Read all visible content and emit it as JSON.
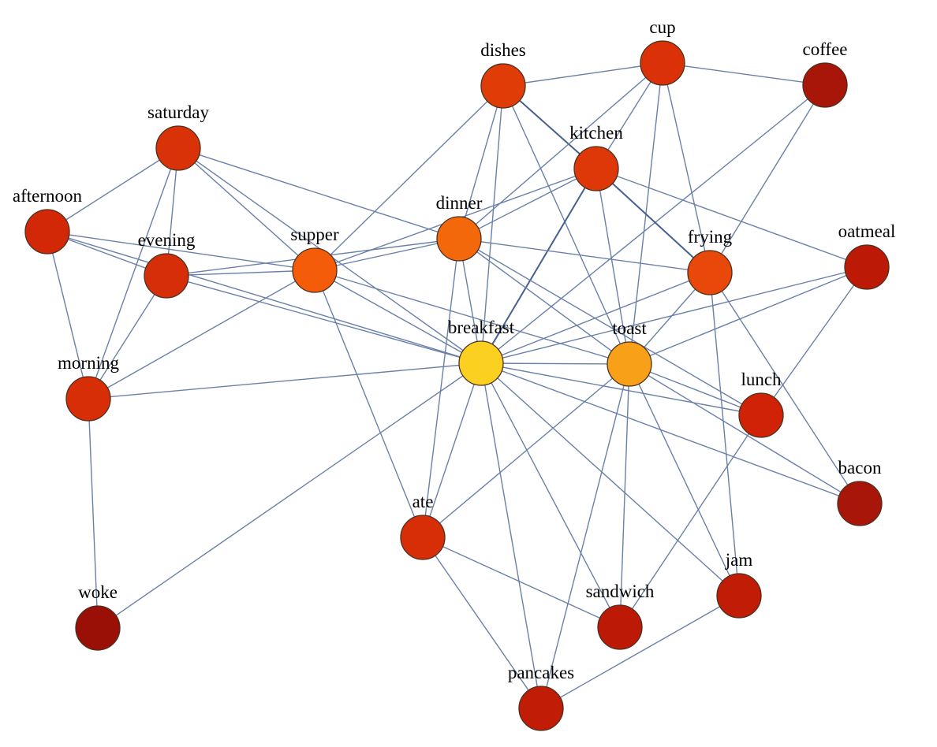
{
  "chart_data": {
    "type": "network",
    "nodes": [
      {
        "id": "dishes",
        "label": "dishes",
        "color": "#e03c08"
      },
      {
        "id": "cup",
        "label": "cup",
        "color": "#da3108"
      },
      {
        "id": "coffee",
        "label": "coffee",
        "color": "#a8160a"
      },
      {
        "id": "saturday",
        "label": "saturday",
        "color": "#da3208"
      },
      {
        "id": "kitchen",
        "label": "kitchen",
        "color": "#de3808"
      },
      {
        "id": "afternoon",
        "label": "afternoon",
        "color": "#d32808"
      },
      {
        "id": "dinner",
        "label": "dinner",
        "color": "#f4680c"
      },
      {
        "id": "evening",
        "label": "evening",
        "color": "#d62e08"
      },
      {
        "id": "supper",
        "label": "supper",
        "color": "#f45c0a"
      },
      {
        "id": "frying",
        "label": "frying",
        "color": "#e8480a"
      },
      {
        "id": "oatmeal",
        "label": "oatmeal",
        "color": "#bc1a06"
      },
      {
        "id": "breakfast",
        "label": "breakfast",
        "color": "#fcd020"
      },
      {
        "id": "toast",
        "label": "toast",
        "color": "#f8a018"
      },
      {
        "id": "morning",
        "label": "morning",
        "color": "#d82e08"
      },
      {
        "id": "lunch",
        "label": "lunch",
        "color": "#d02206"
      },
      {
        "id": "bacon",
        "label": "bacon",
        "color": "#a8160a"
      },
      {
        "id": "ate",
        "label": "ate",
        "color": "#d82e08"
      },
      {
        "id": "jam",
        "label": "jam",
        "color": "#c01c06"
      },
      {
        "id": "sandwich",
        "label": "sandwich",
        "color": "#bc1a06"
      },
      {
        "id": "woke",
        "label": "woke",
        "color": "#9a1006"
      },
      {
        "id": "pancakes",
        "label": "pancakes",
        "color": "#c01c06"
      }
    ],
    "edges": [
      [
        "dishes",
        "cup"
      ],
      [
        "dishes",
        "kitchen",
        2
      ],
      [
        "dishes",
        "toast"
      ],
      [
        "dishes",
        "breakfast"
      ],
      [
        "dishes",
        "dinner"
      ],
      [
        "dishes",
        "supper"
      ],
      [
        "cup",
        "coffee"
      ],
      [
        "cup",
        "kitchen"
      ],
      [
        "cup",
        "dinner"
      ],
      [
        "cup",
        "toast"
      ],
      [
        "cup",
        "frying"
      ],
      [
        "coffee",
        "breakfast"
      ],
      [
        "coffee",
        "frying"
      ],
      [
        "saturday",
        "afternoon"
      ],
      [
        "saturday",
        "evening"
      ],
      [
        "saturday",
        "morning"
      ],
      [
        "saturday",
        "supper"
      ],
      [
        "saturday",
        "breakfast"
      ],
      [
        "saturday",
        "dinner"
      ],
      [
        "kitchen",
        "dinner"
      ],
      [
        "kitchen",
        "supper"
      ],
      [
        "kitchen",
        "breakfast",
        2
      ],
      [
        "kitchen",
        "frying",
        2
      ],
      [
        "kitchen",
        "toast"
      ],
      [
        "kitchen",
        "oatmeal"
      ],
      [
        "afternoon",
        "evening"
      ],
      [
        "afternoon",
        "supper"
      ],
      [
        "afternoon",
        "breakfast"
      ],
      [
        "afternoon",
        "morning"
      ],
      [
        "dinner",
        "frying"
      ],
      [
        "dinner",
        "breakfast"
      ],
      [
        "dinner",
        "toast"
      ],
      [
        "dinner",
        "ate"
      ],
      [
        "dinner",
        "supper"
      ],
      [
        "dinner",
        "lunch"
      ],
      [
        "dinner",
        "evening"
      ],
      [
        "evening",
        "supper"
      ],
      [
        "evening",
        "breakfast"
      ],
      [
        "evening",
        "morning"
      ],
      [
        "supper",
        "breakfast"
      ],
      [
        "supper",
        "toast"
      ],
      [
        "supper",
        "morning"
      ],
      [
        "supper",
        "ate"
      ],
      [
        "frying",
        "breakfast"
      ],
      [
        "frying",
        "toast"
      ],
      [
        "frying",
        "jam"
      ],
      [
        "frying",
        "bacon"
      ],
      [
        "oatmeal",
        "breakfast"
      ],
      [
        "oatmeal",
        "toast"
      ],
      [
        "oatmeal",
        "lunch"
      ],
      [
        "breakfast",
        "toast"
      ],
      [
        "breakfast",
        "morning"
      ],
      [
        "breakfast",
        "woke"
      ],
      [
        "breakfast",
        "ate"
      ],
      [
        "breakfast",
        "pancakes"
      ],
      [
        "breakfast",
        "sandwich"
      ],
      [
        "breakfast",
        "jam"
      ],
      [
        "breakfast",
        "lunch"
      ],
      [
        "breakfast",
        "bacon"
      ],
      [
        "toast",
        "lunch"
      ],
      [
        "toast",
        "bacon"
      ],
      [
        "toast",
        "ate"
      ],
      [
        "toast",
        "sandwich"
      ],
      [
        "toast",
        "pancakes"
      ],
      [
        "toast",
        "jam"
      ],
      [
        "lunch",
        "sandwich"
      ],
      [
        "ate",
        "sandwich"
      ],
      [
        "ate",
        "pancakes"
      ],
      [
        "jam",
        "pancakes"
      ],
      [
        "morning",
        "woke"
      ]
    ]
  }
}
